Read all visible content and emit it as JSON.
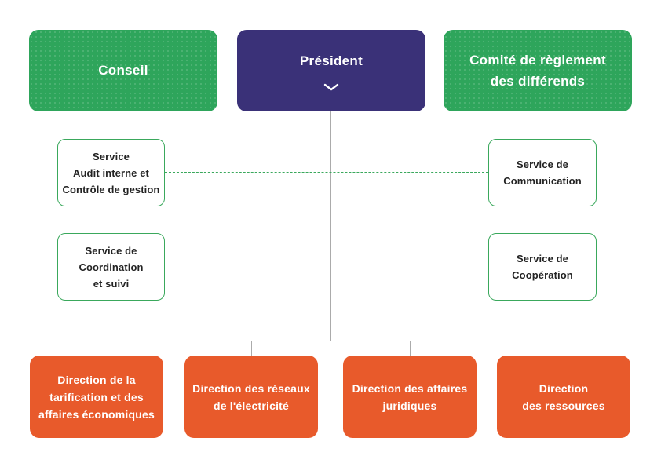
{
  "palette": {
    "green": "#2ea55b",
    "purple": "#3a3178",
    "orange": "#e85a2b",
    "green_border": "#3aa85c",
    "connector_gray": "#ababab",
    "text_dark": "#232323",
    "text_light": "#ffffff"
  },
  "top_row": {
    "conseil": {
      "label": "Conseil"
    },
    "president": {
      "label": "Président",
      "icon": "chevron-down-icon"
    },
    "comite": {
      "line1": "Comité de règlement",
      "line2": "des différends"
    }
  },
  "services": {
    "audit": {
      "line1": "Service",
      "line2": "Audit interne et",
      "line3": "Contrôle de gestion"
    },
    "communication": {
      "line1": "Service de",
      "line2": "Communication"
    },
    "coordination": {
      "line1": "Service de",
      "line2": "Coordination",
      "line3": "et suivi"
    },
    "cooperation": {
      "line1": "Service de",
      "line2": "Coopération"
    }
  },
  "directions": {
    "tarification": {
      "line1": "Direction de la",
      "line2": "tarification et des",
      "line3": "affaires économiques"
    },
    "reseaux": {
      "line1": "Direction des réseaux",
      "line2": "de l'électricité"
    },
    "juridiques": {
      "line1": "Direction des affaires",
      "line2": "juridiques"
    },
    "ressources": {
      "line1": "Direction",
      "line2": "des ressources"
    }
  }
}
